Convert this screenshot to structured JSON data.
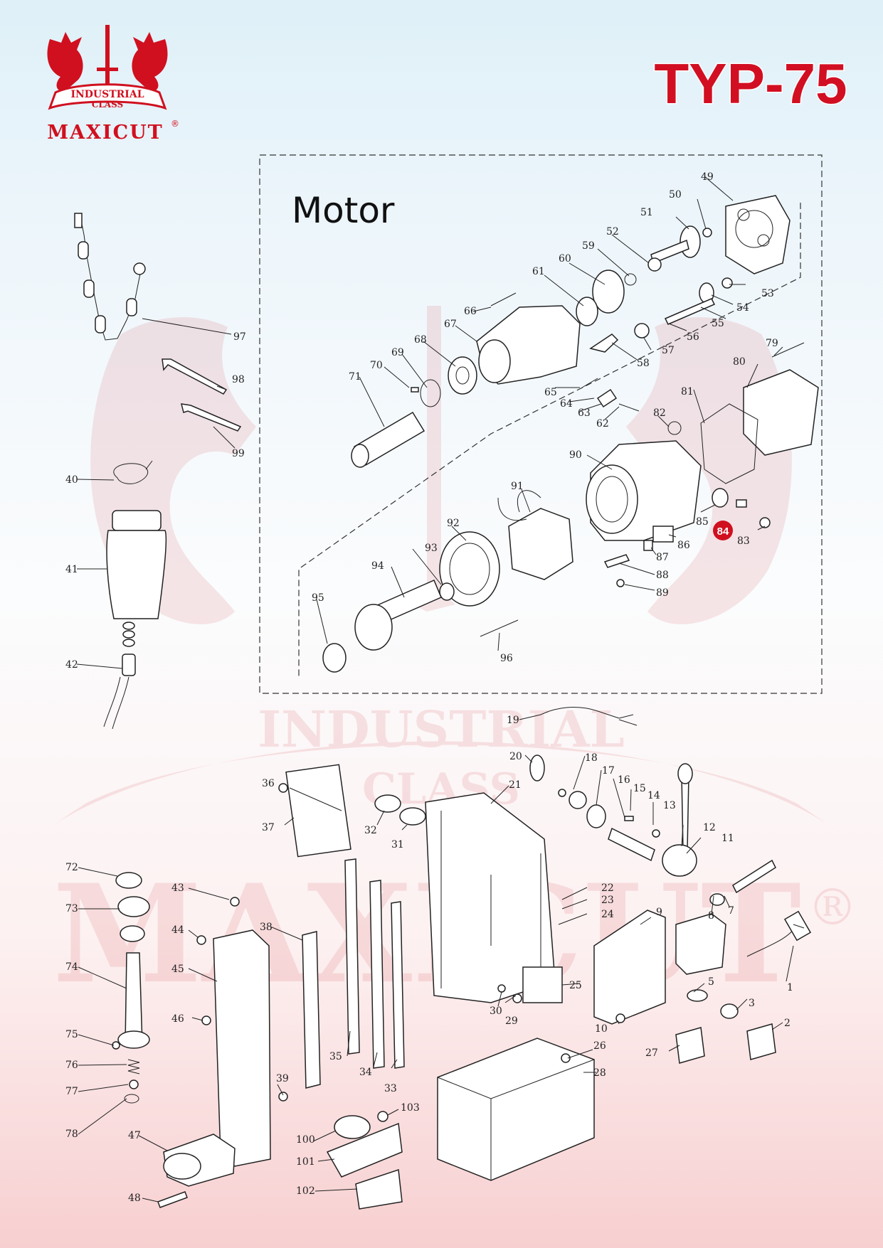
{
  "brand": {
    "badge_line1": "INDUSTRIAL",
    "badge_line2": "CLASS",
    "name": "MAXICUT",
    "registered": "®",
    "color": "#d0101f"
  },
  "model": "TYP-75",
  "section_title": "Motor",
  "watermark": {
    "line1": "INDUSTRIAL",
    "line2": "CLASS",
    "name": "MAXICUT",
    "registered": "®"
  },
  "highlighted_part": "84",
  "callouts": {
    "c1": "1",
    "c2": "2",
    "c3": "3",
    "c5": "5",
    "c7": "7",
    "c8": "8",
    "c9": "9",
    "c10": "10",
    "c11": "11",
    "c12": "12",
    "c13": "13",
    "c14": "14",
    "c15": "15",
    "c16": "16",
    "c17": "17",
    "c18": "18",
    "c19": "19",
    "c20": "20",
    "c21": "21",
    "c22": "22",
    "c23": "23",
    "c24": "24",
    "c25": "25",
    "c26": "26",
    "c27": "27",
    "c28": "28",
    "c29": "29",
    "c30": "30",
    "c31": "31",
    "c32": "32",
    "c33": "33",
    "c34": "34",
    "c35": "35",
    "c36": "36",
    "c37": "37",
    "c38": "38",
    "c39": "39",
    "c40": "40",
    "c41": "41",
    "c42": "42",
    "c43": "43",
    "c44": "44",
    "c45": "45",
    "c46": "46",
    "c47": "47",
    "c48": "48",
    "c49": "49",
    "c50": "50",
    "c51": "51",
    "c52": "52",
    "c53": "53",
    "c54": "54",
    "c55": "55",
    "c56": "56",
    "c57": "57",
    "c58": "58",
    "c59": "59",
    "c60": "60",
    "c61": "61",
    "c62": "62",
    "c63": "63",
    "c64": "64",
    "c65": "65",
    "c66": "66",
    "c67": "67",
    "c68": "68",
    "c69": "69",
    "c70": "70",
    "c71": "71",
    "c72": "72",
    "c73": "73",
    "c74": "74",
    "c75": "75",
    "c76": "76",
    "c77": "77",
    "c78": "78",
    "c79": "79",
    "c80": "80",
    "c81": "81",
    "c82": "82",
    "c83": "83",
    "c85": "85",
    "c86": "86",
    "c87": "87",
    "c88": "88",
    "c89": "89",
    "c90": "90",
    "c91": "91",
    "c92": "92",
    "c93": "93",
    "c94": "94",
    "c95": "95",
    "c96": "96",
    "c97": "97",
    "c98": "98",
    "c99": "99",
    "c100": "100",
    "c101": "101",
    "c102": "102",
    "c103": "103"
  }
}
